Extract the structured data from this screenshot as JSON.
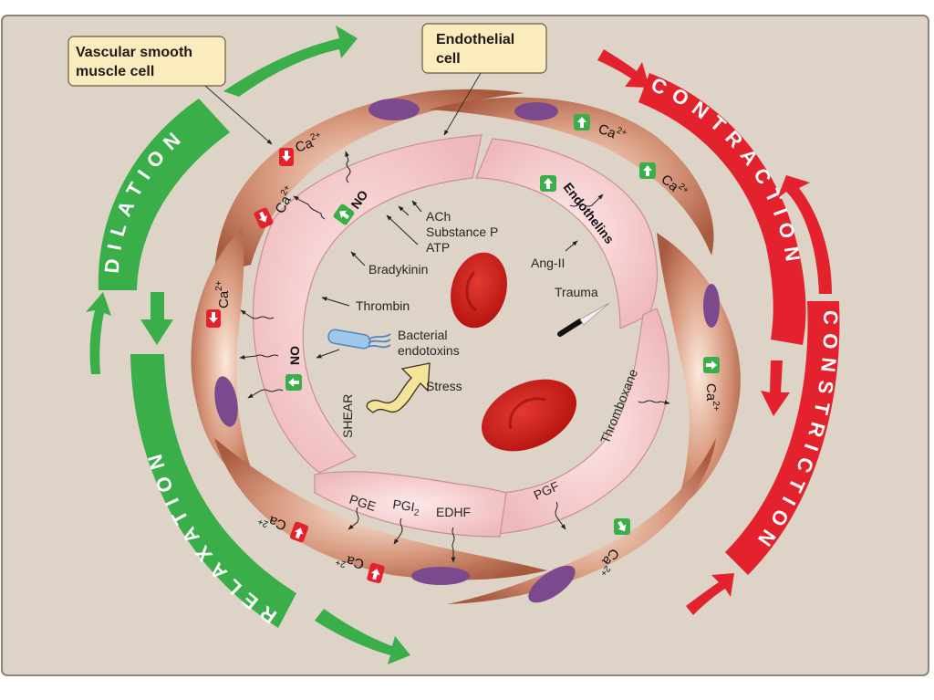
{
  "colors": {
    "background": "#ddd3c7",
    "frame_border": "#8c8478",
    "dilation_green": "#3aae49",
    "contraction_red": "#e3222d",
    "smooth_muscle": "#b86e52",
    "smooth_muscle_light": "#f4dccc",
    "endothelium": "#f3c6c6",
    "endothelium_edge": "#c98f92",
    "nucleus": "#7b4a8e",
    "rbc": "#d41e1e",
    "callout_fill": "#fbecbe"
  },
  "callouts": {
    "smooth_muscle": [
      "Vascular smooth",
      "muscle cell"
    ],
    "endothelial": [
      "Endothelial",
      "cell"
    ]
  },
  "bands": {
    "dilation": "DILATION",
    "relaxation": "RELAXATION",
    "contraction": "CONTRACTION",
    "constriction": "CONSTRICTION"
  },
  "ion": {
    "base": "Ca",
    "charge": "2+"
  },
  "mediators": {
    "no": "NO",
    "endothelins": "Endothelins",
    "thromboxane": "Thromboxane",
    "pge": "PGE",
    "pgi2_base": "PGI",
    "pgi2_sub": "2",
    "edhf": "EDHF",
    "pgf": "PGF"
  },
  "stimuli": {
    "ach": "ACh",
    "substance_p": "Substance P",
    "atp": "ATP",
    "bradykinin": "Bradykinin",
    "thrombin": "Thrombin",
    "bacterial": [
      "Bacterial",
      "endotoxins"
    ],
    "stress": "Stress",
    "shear": "SHEAR",
    "ang_ii": "Ang-II",
    "trauma": "Trauma"
  },
  "indicators": {
    "ca_decrease": "down-arrow-icon",
    "ca_increase": "up-arrow-icon",
    "no_increase": "up-arrow-icon",
    "endothelins_increase": "up-arrow-icon"
  }
}
